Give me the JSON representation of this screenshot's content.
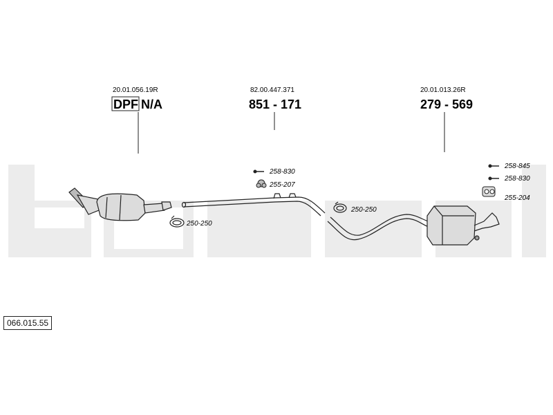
{
  "colors": {
    "watermark": "#ececec",
    "line": "#222222",
    "part_fill": "#dcdcdc"
  },
  "groups": [
    {
      "oem": "20.01.056.19R",
      "dpf_box": "DPF",
      "part": "N/A"
    },
    {
      "oem": "82.00.447.371",
      "part": "851 - 171"
    },
    {
      "oem": "20.01.013.26R",
      "part": "279 - 569"
    }
  ],
  "callouts": {
    "clamp_front": "250-250",
    "clamp_mid": "250-250",
    "bolt_mid": "258-830",
    "hanger_mid": "255-207",
    "bolt_rear_1": "258-845",
    "bolt_rear_2": "258-830",
    "hanger_rear": "255-204"
  },
  "diagram_number": "066.015.55",
  "watermark_icon": "bosal-logo-watermark"
}
